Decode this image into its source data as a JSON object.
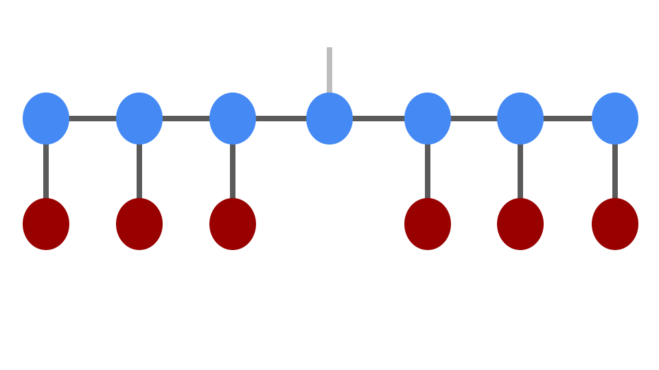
{
  "diagram": {
    "type": "chain-graph",
    "colors": {
      "background": "#ffffff",
      "chain_node": "#4589f5",
      "leaf_node": "#990000",
      "edge": "#5a5a5a",
      "stub_edge": "#bdbdbd"
    },
    "chain_nodes": [
      {
        "id": "n1",
        "has_leaf": true
      },
      {
        "id": "n2",
        "has_leaf": true
      },
      {
        "id": "n3",
        "has_leaf": true
      },
      {
        "id": "n4",
        "has_leaf": false,
        "has_stub": true
      },
      {
        "id": "n5",
        "has_leaf": true
      },
      {
        "id": "n6",
        "has_leaf": true
      },
      {
        "id": "n7",
        "has_leaf": true
      }
    ]
  }
}
